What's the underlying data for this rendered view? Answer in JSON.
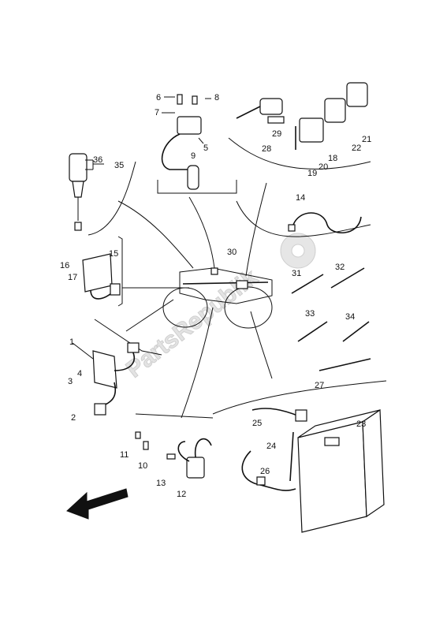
{
  "watermark": {
    "text": "PartsRepublik"
  },
  "arrow": {
    "direction": "front"
  },
  "callouts": [
    "1",
    "2",
    "3",
    "4",
    "5",
    "6",
    "7",
    "8",
    "9",
    "10",
    "11",
    "12",
    "13",
    "14",
    "15",
    "16",
    "17",
    "18",
    "19",
    "20",
    "21",
    "22",
    "23",
    "24",
    "25",
    "26",
    "27",
    "28",
    "29",
    "30",
    "31",
    "32",
    "33",
    "34",
    "35",
    "36"
  ]
}
